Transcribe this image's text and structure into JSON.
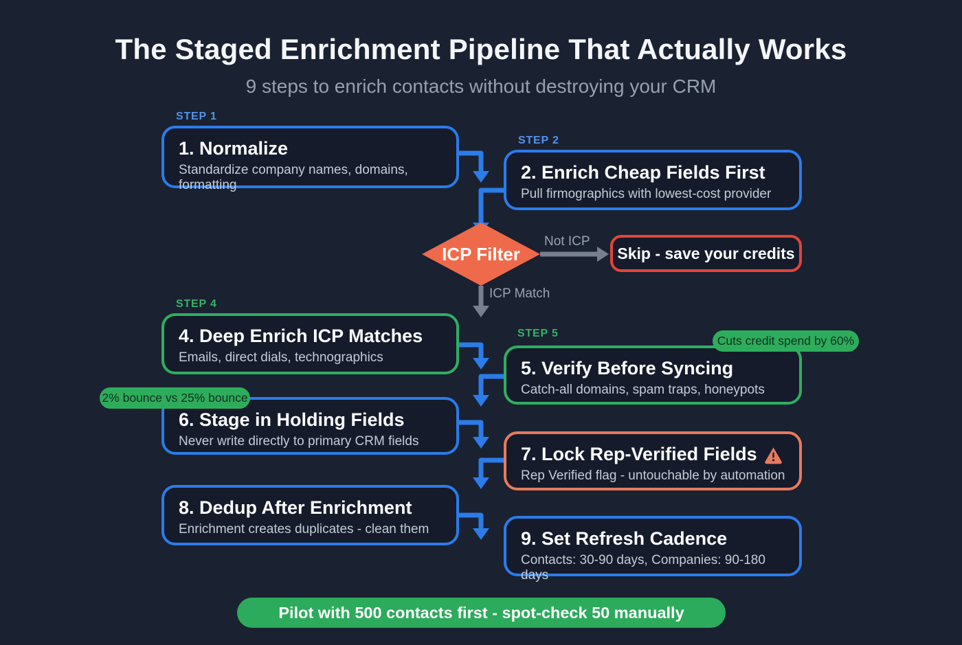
{
  "page": {
    "title": "The Staged Enrichment Pipeline That Actually Works",
    "subtitle": "9 steps to enrich contacts without destroying your CRM"
  },
  "steps": [
    {
      "label": "STEP 1",
      "title": "1. Normalize",
      "desc": "Standardize company names, domains, formatting",
      "accent": "blue"
    },
    {
      "label": "STEP 2",
      "title": "2. Enrich Cheap Fields First",
      "desc": "Pull firmographics with lowest-cost provider",
      "accent": "blue"
    },
    {
      "label": "STEP 4",
      "title": "4. Deep Enrich ICP Matches",
      "desc": "Emails, direct dials, technographics",
      "accent": "green"
    },
    {
      "label": "STEP 5",
      "title": "5. Verify Before Syncing",
      "desc": "Catch-all domains, spam traps, honeypots",
      "accent": "green",
      "badge": "Cuts credit spend by 60%"
    },
    {
      "title": "6. Stage in Holding Fields",
      "desc": "Never write directly to primary CRM fields",
      "accent": "blue",
      "badge": "2% bounce vs 25% bounce"
    },
    {
      "title": "7. Lock Rep-Verified Fields",
      "desc": "Rep Verified flag - untouchable by automation",
      "accent": "orange",
      "warning_icon": "warning-triangle"
    },
    {
      "title": "8. Dedup After Enrichment",
      "desc": "Enrichment creates duplicates - clean them",
      "accent": "blue"
    },
    {
      "title": "9. Set Refresh Cadence",
      "desc": "Contacts: 30-90 days, Companies: 90-180 days",
      "accent": "blue"
    }
  ],
  "decision": {
    "label": "ICP Filter",
    "branch_no": "Not ICP",
    "branch_yes": "ICP Match",
    "skip_title": "Skip - save your credits"
  },
  "footer": {
    "pill": "Pilot with 500 contacts first - spot-check 50 manually"
  },
  "colors": {
    "background": "#1a2130",
    "accent_blue": "#2b7ce9",
    "accent_green": "#2fae61",
    "accent_orange": "#ef6a4a",
    "accent_red": "#e2443b",
    "badge_green": "#2dad5c",
    "arrow_gray": "#76808f"
  }
}
